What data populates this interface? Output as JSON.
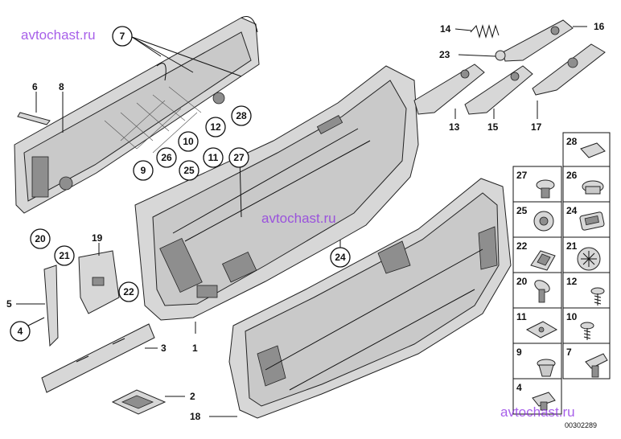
{
  "watermarks": [
    "avtochast.ru",
    "avtochast.ru",
    "avtochast.ru"
  ],
  "diagram_code": "00302289",
  "callouts_circled": {
    "c7": "7",
    "c12": "12",
    "c28": "28",
    "c10": "10",
    "c26": "26",
    "c9": "9",
    "c25": "25",
    "c11": "11",
    "c27": "27",
    "c20": "20",
    "c21": "21",
    "c22": "22",
    "c4": "4",
    "c24": "24"
  },
  "callouts_plain": {
    "p6": "6",
    "p8": "8",
    "p19": "19",
    "p5": "5",
    "p3": "3",
    "p1": "1",
    "p2": "2",
    "p18": "18",
    "p14": "14",
    "p16": "16",
    "p23": "23",
    "p13": "13",
    "p15": "15",
    "p17": "17"
  },
  "parts_grid": {
    "cells": [
      "28",
      "27",
      "26",
      "25",
      "24",
      "22",
      "21",
      "20",
      "12",
      "11",
      "10",
      "9",
      "7",
      "4"
    ]
  }
}
